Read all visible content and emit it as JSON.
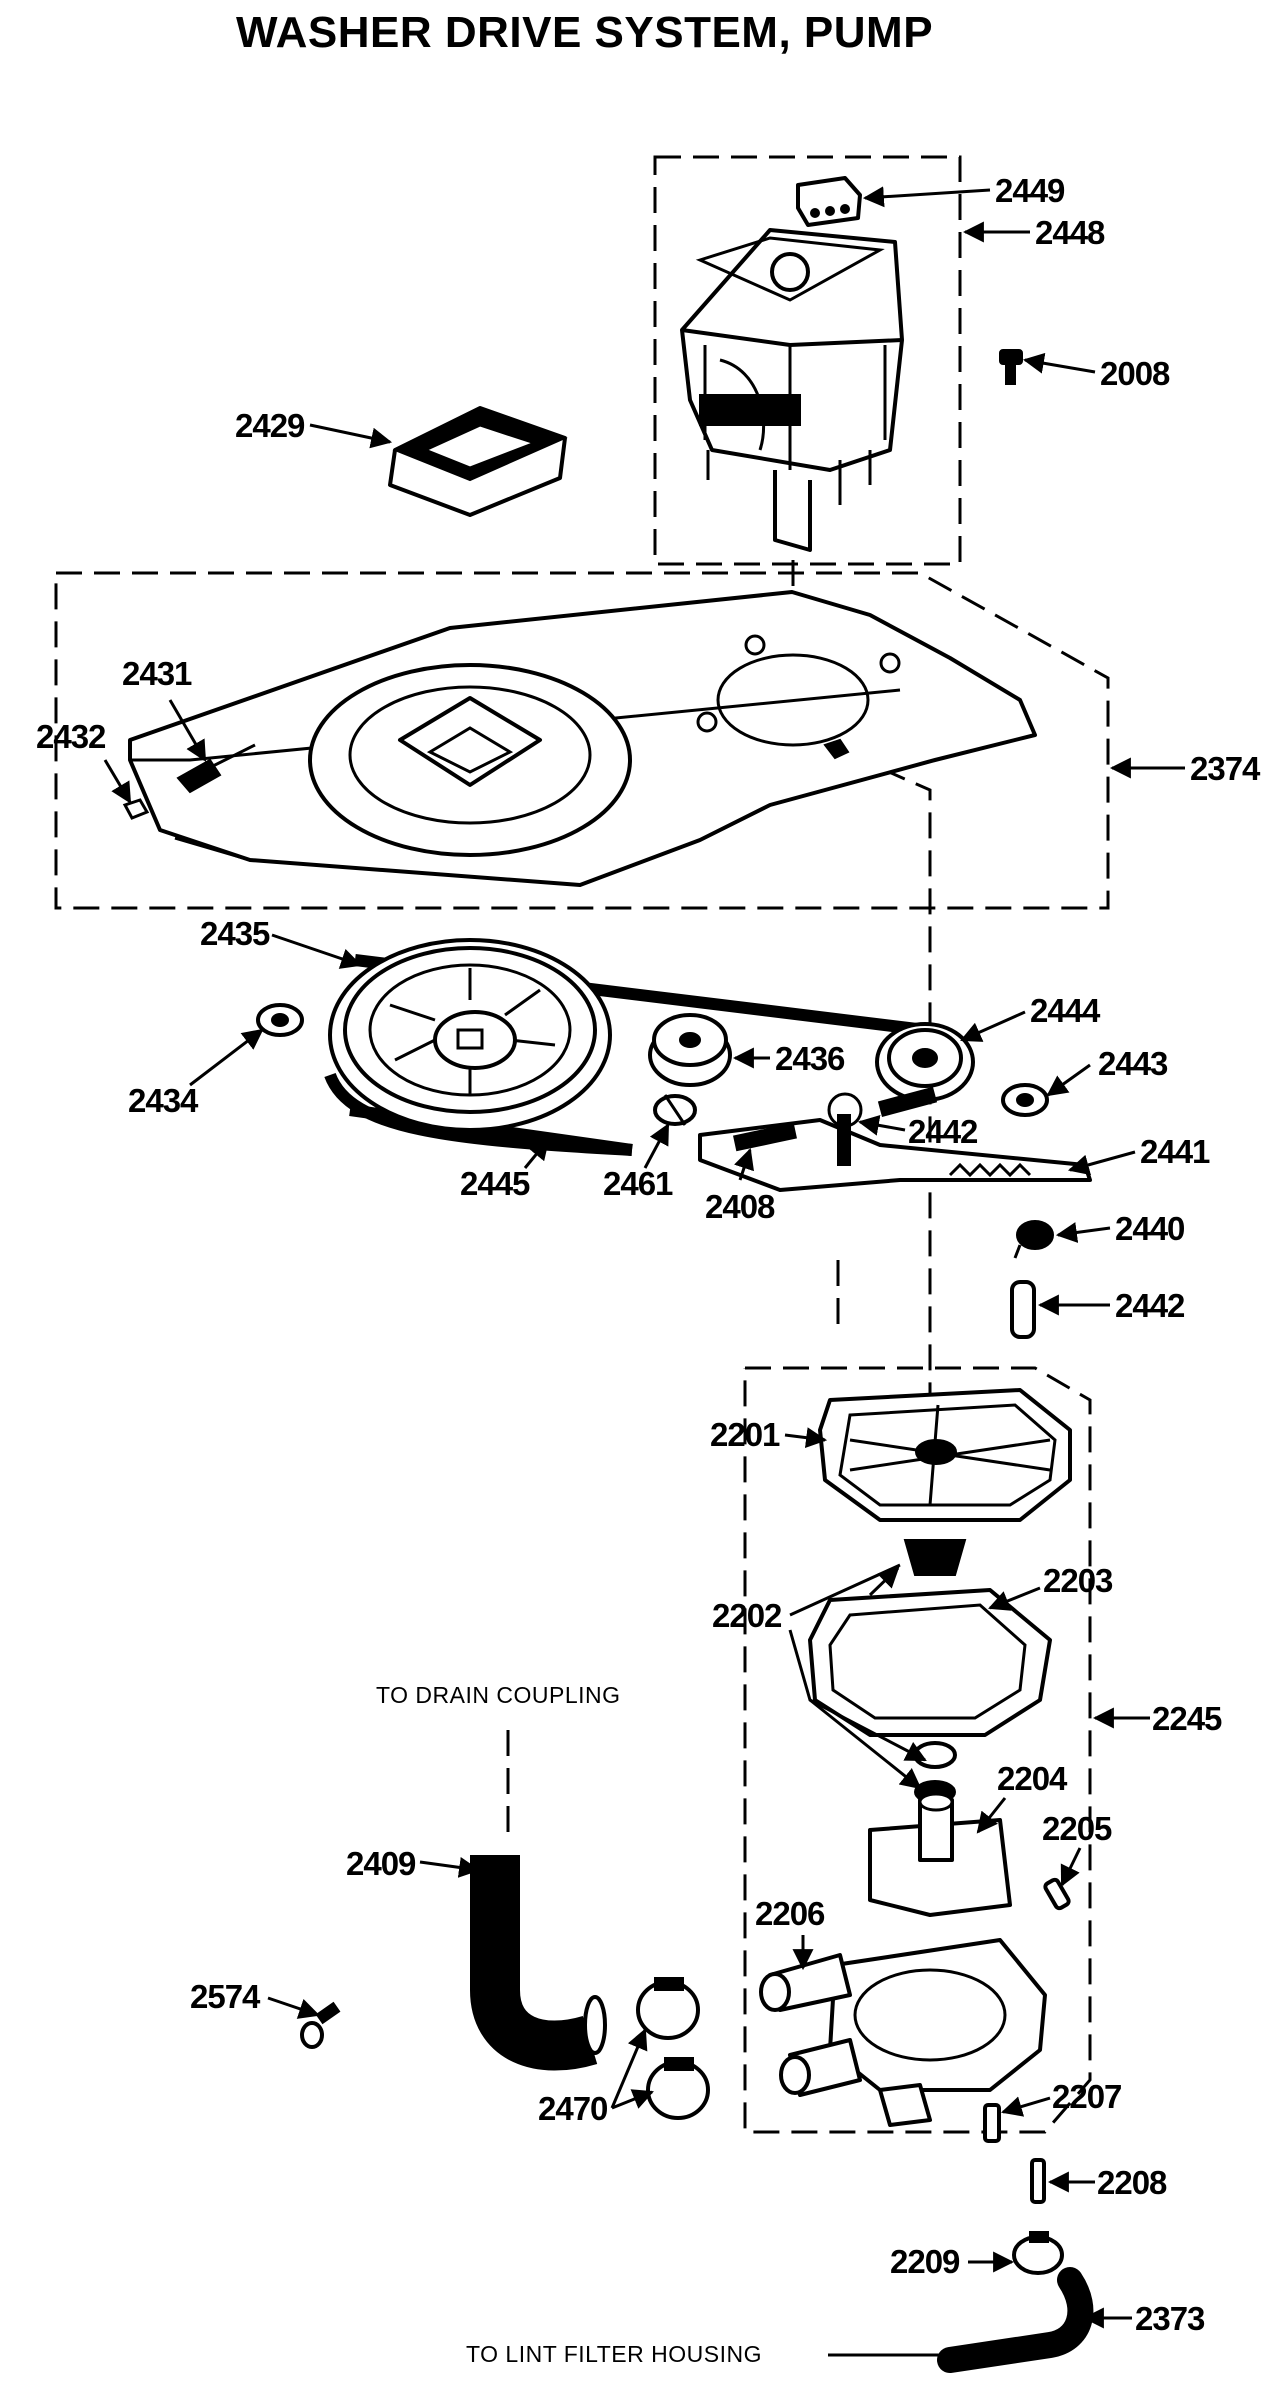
{
  "title": "WASHER DRIVE SYSTEM, PUMP",
  "notes": {
    "drain": "TO DRAIN COUPLING",
    "lint": "TO LINT FILTER HOUSING"
  },
  "parts": {
    "p2449": "2449",
    "p2448": "2448",
    "p2008": "2008",
    "p2429": "2429",
    "p2431": "2431",
    "p2432": "2432",
    "p2374": "2374",
    "p2435": "2435",
    "p2444": "2444",
    "p2436": "2436",
    "p2443": "2443",
    "p2434": "2434",
    "p2442a": "2442",
    "p2441": "2441",
    "p2445": "2445",
    "p2461": "2461",
    "p2408": "2408",
    "p2440": "2440",
    "p2442b": "2442",
    "p2201": "2201",
    "p2203": "2203",
    "p2202": "2202",
    "p2245": "2245",
    "p2204": "2204",
    "p2205": "2205",
    "p2206": "2206",
    "p2409": "2409",
    "p2574": "2574",
    "p2470": "2470",
    "p2207": "2207",
    "p2208": "2208",
    "p2209": "2209",
    "p2373": "2373"
  }
}
